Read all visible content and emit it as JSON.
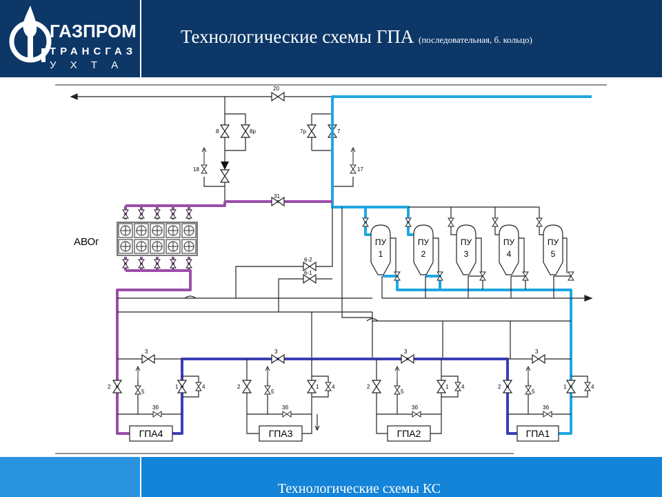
{
  "logo": {
    "brand": "ГАЗПРОМ",
    "sub": "ТРАНСГАЗ",
    "city": "У Х Т А"
  },
  "header": {
    "title": "Технологические схемы ГПА",
    "subtitle": "(последовательная, б. кольцо)"
  },
  "footer": {
    "text": "Технологические схемы КС"
  },
  "diagram": {
    "avo_label": "АВОг",
    "valves": {
      "v20": "20",
      "v8": "8",
      "v8p": "8р",
      "v7p": "7р",
      "v7": "7",
      "v18": "18",
      "v17": "17",
      "v31": "31",
      "v62": "6-2",
      "v61": "6-1"
    },
    "pu": [
      {
        "name": "ПУ",
        "num": "1"
      },
      {
        "name": "ПУ",
        "num": "2"
      },
      {
        "name": "ПУ",
        "num": "3"
      },
      {
        "name": "ПУ",
        "num": "4"
      },
      {
        "name": "ПУ",
        "num": "5"
      }
    ],
    "units": [
      {
        "name": "ГПА4",
        "v1": "1",
        "v2": "2",
        "v3": "3",
        "v4": "4",
        "v5": "5",
        "v3b": "3б"
      },
      {
        "name": "ГПА3",
        "v1": "1",
        "v2": "2",
        "v3": "3",
        "v4": "4",
        "v5": "5",
        "v3b": "3б"
      },
      {
        "name": "ГПА2",
        "v1": "1",
        "v2": "2",
        "v3": "3",
        "v4": "4",
        "v5": "5",
        "v3b": "3б"
      },
      {
        "name": "ГПА1",
        "v1": "1",
        "v2": "2",
        "v3": "3",
        "v4": "4",
        "v5": "5",
        "v3b": "3б"
      }
    ]
  },
  "colors": {
    "header": "#0c3767",
    "footer": "#1484d8",
    "cyan": "#1ea7e1",
    "purple": "#9a4ea8",
    "blue": "#3b3fb5",
    "line": "#222222"
  }
}
